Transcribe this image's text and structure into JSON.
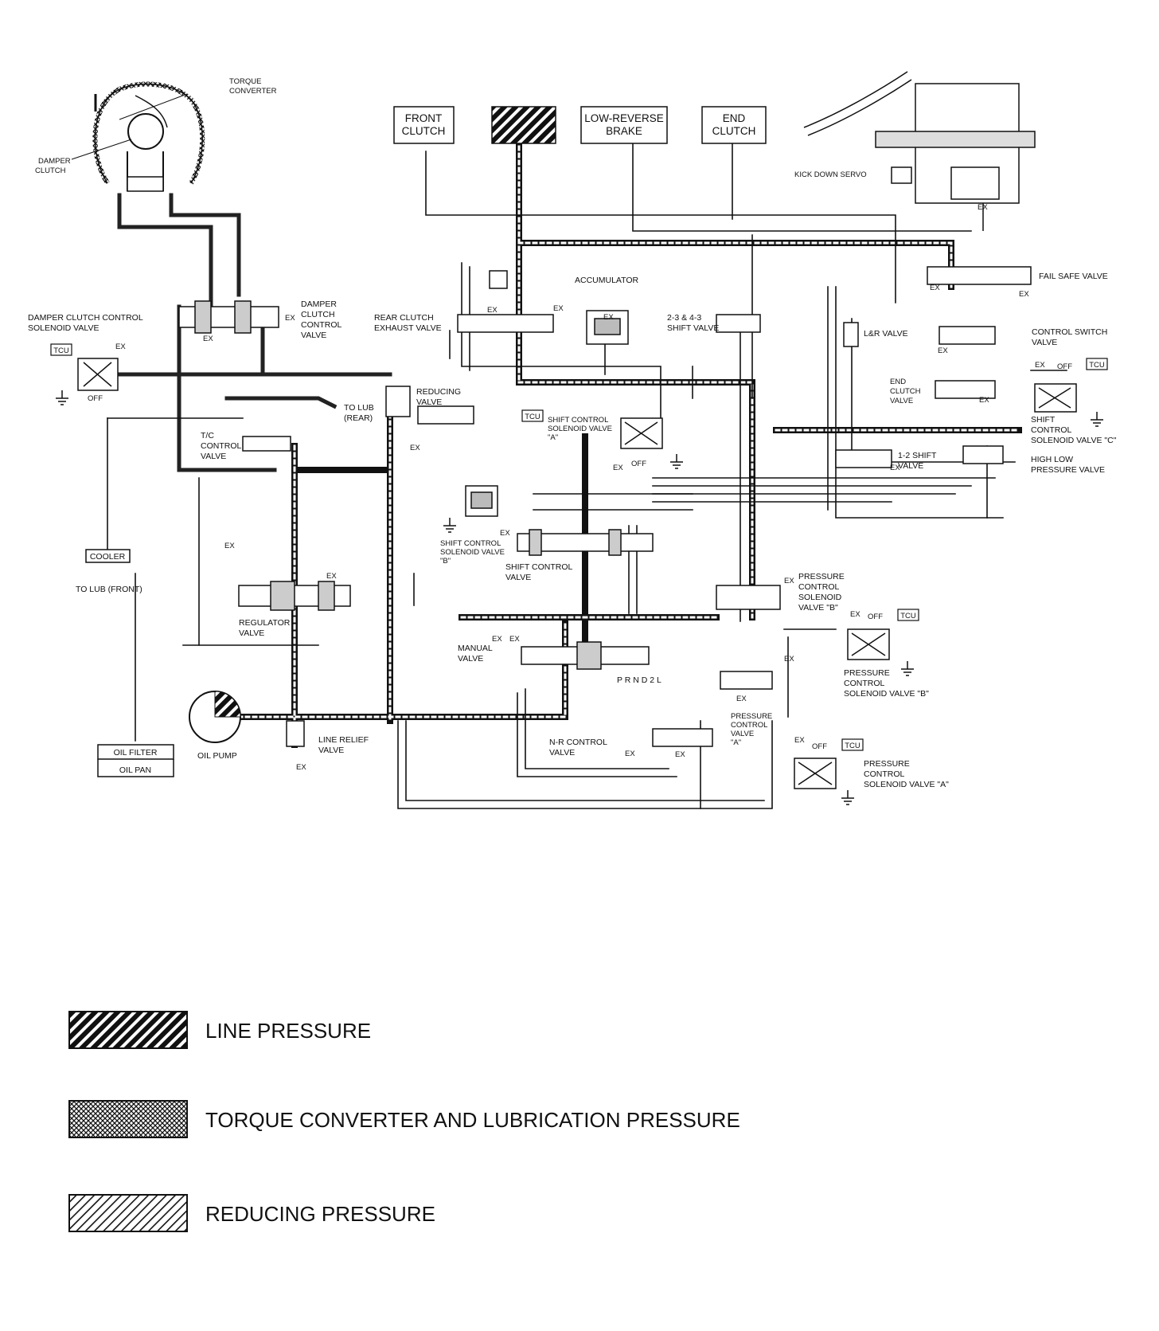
{
  "components": {
    "front_clutch": [
      "FRONT",
      "CLUTCH"
    ],
    "low_reverse_brake": [
      "LOW-REVERSE",
      "BRAKE"
    ],
    "end_clutch": [
      "END",
      "CLUTCH"
    ],
    "torque_converter": [
      "TORQUE",
      "CONVERTER"
    ],
    "damper_clutch": [
      "DAMPER",
      "CLUTCH"
    ],
    "damper_clutch_control_solenoid": [
      "DAMPER CLUTCH CONTROL",
      "SOLENOID VALVE"
    ],
    "damper_clutch_control_valve": [
      "DAMPER",
      "CLUTCH",
      "CONTROL",
      "VALVE"
    ],
    "rear_clutch_exhaust_valve": [
      "REAR CLUTCH",
      "EXHAUST VALVE"
    ],
    "accumulator": "ACCUMULATOR",
    "shift_valve_2343": [
      "2-3 & 4-3",
      "SHIFT VALVE"
    ],
    "lr_valve": "L&R VALVE",
    "fail_safe_valve": "FAIL SAFE VALVE",
    "kick_down_servo": "KICK DOWN SERVO",
    "control_switch_valve": [
      "CONTROL SWITCH",
      "VALVE"
    ],
    "end_clutch_valve": [
      "END",
      "CLUTCH",
      "VALVE"
    ],
    "shift_solenoid_c": [
      "SHIFT",
      "CONTROL",
      "SOLENOID VALVE \"C\""
    ],
    "high_low_pressure_valve": [
      "HIGH LOW",
      "PRESSURE VALVE"
    ],
    "shift_valve_12": [
      "1-2 SHIFT",
      "VALVE"
    ],
    "reducing_valve": [
      "REDUCING",
      "VALVE"
    ],
    "to_lub_rear": [
      "TO LUB",
      "(REAR)"
    ],
    "tc_control_valve": [
      "T/C",
      "CONTROL",
      "VALVE"
    ],
    "shift_solenoid_a": [
      "SHIFT CONTROL",
      "SOLENOID VALVE",
      "\"A\""
    ],
    "shift_solenoid_b": [
      "SHIFT CONTROL",
      "SOLENOID VALVE",
      "\"B\""
    ],
    "shift_control_valve": [
      "SHIFT CONTROL",
      "VALVE"
    ],
    "cooler": "COOLER",
    "to_lub_front": "TO LUB (FRONT)",
    "regulator_valve": [
      "REGULATOR",
      "VALVE"
    ],
    "manual_valve": [
      "MANUAL",
      "VALVE"
    ],
    "manual_positions": "P R N D 2 L",
    "pressure_solenoid_b_top": [
      "PRESSURE",
      "CONTROL",
      "SOLENOID",
      "VALVE \"B\""
    ],
    "pressure_solenoid_b": [
      "PRESSURE",
      "CONTROL",
      "SOLENOID VALVE \"B\""
    ],
    "pressure_control_valve_a": [
      "PRESSURE",
      "CONTROL",
      "VALVE",
      "\"A\""
    ],
    "pressure_solenoid_a": [
      "PRESSURE",
      "CONTROL",
      "SOLENOID VALVE \"A\""
    ],
    "nr_control_valve": [
      "N-R CONTROL",
      "VALVE"
    ],
    "oil_filter": "OIL FILTER",
    "oil_pan": "OIL PAN",
    "oil_pump": "OIL PUMP",
    "line_relief_valve": [
      "LINE RELIEF",
      "VALVE"
    ]
  },
  "tags": {
    "ex": "EX",
    "off": "OFF",
    "tcu": "TCU"
  },
  "legend": [
    {
      "pattern": "line",
      "label": "LINE PRESSURE"
    },
    {
      "pattern": "torque",
      "label": "TORQUE CONVERTER AND LUBRICATION PRESSURE"
    },
    {
      "pattern": "reducing",
      "label": "REDUCING PRESSURE"
    }
  ]
}
